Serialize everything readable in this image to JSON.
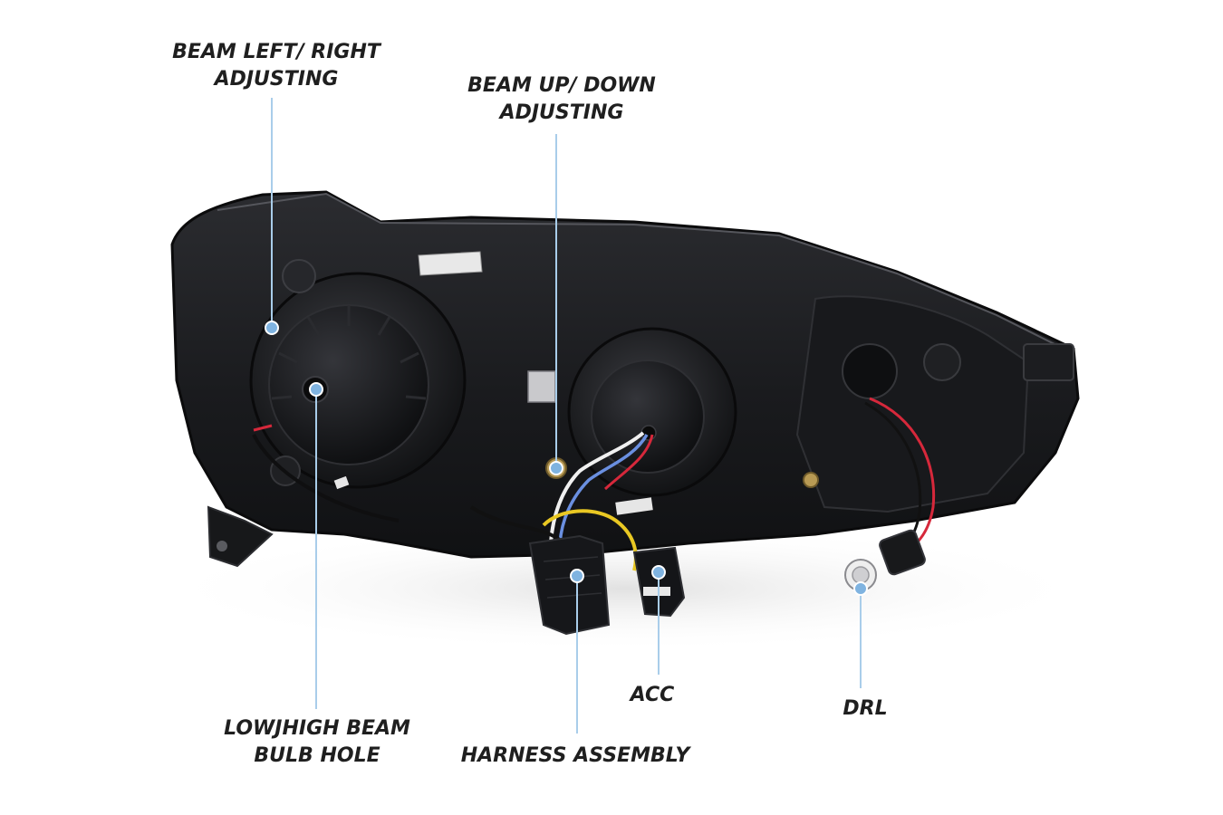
{
  "labels": {
    "beam_left_right": {
      "line1": "BEAM LEFT/ RIGHT",
      "line2": "ADJUSTING"
    },
    "beam_up_down": {
      "line1": "BEAM UP/ DOWN",
      "line2": "ADJUSTING"
    },
    "bulb_hole": {
      "line1": "LOWJHIGH BEAM",
      "line2": "BULB HOLE"
    },
    "harness": {
      "line1": "HARNESS ASSEMBLY"
    },
    "acc": {
      "line1": "ACC"
    },
    "drl": {
      "line1": "DRL"
    }
  },
  "colors": {
    "leader_line": "#a9cdea",
    "leader_dot": "#7fb3e0",
    "housing": "#1c1d20",
    "wire_red": "#d6283b",
    "wire_yellow": "#e9c823",
    "wire_blue": "#6a8fe0",
    "wire_white": "#f2f2f2"
  }
}
